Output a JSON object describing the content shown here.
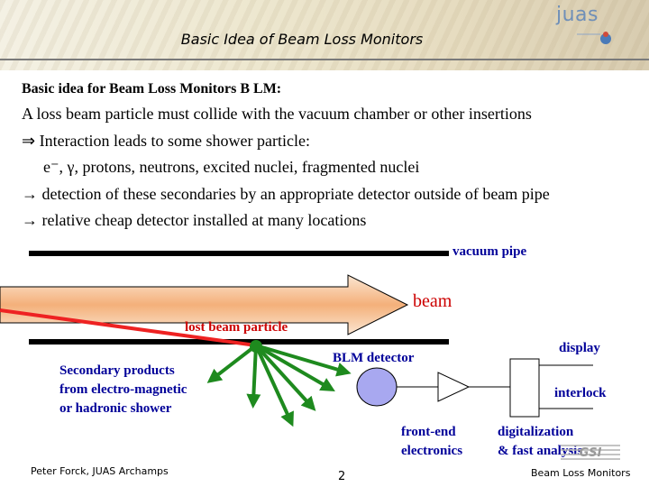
{
  "header": {
    "title": "Basic Idea of Beam Loss Monitors",
    "logo_text": "juas",
    "logo_icon": "juas-figure-icon"
  },
  "content": {
    "subtitle": "Basic idea for Beam Loss Monitors B LM:",
    "line1": "A loss beam particle must collide with the vacuum chamber or other insertions",
    "line2": "⇒  Interaction leads to some shower particle:",
    "line3": "e⁻, γ, protons, neutrons, excited nuclei, fragmented nuclei",
    "line4": "→  detection of these secondaries by an appropriate detector outside of beam pipe",
    "line5": "→  relative cheap detector installed at many locations"
  },
  "diagram": {
    "vacuum_pipe": "vacuum pipe",
    "beam": "beam",
    "lost_particle": "lost beam particle",
    "secondary_line1": "Secondary products",
    "secondary_line2": "from electro-magnetic",
    "secondary_line3": "or hadronic shower",
    "blm_detector": "BLM detector",
    "display": "display",
    "interlock": "interlock",
    "frontend_line1": "front-end",
    "frontend_line2": "electronics",
    "digital_line1": "digitalization",
    "digital_line2": "& fast analysis",
    "colors": {
      "beam_fill": "#f7c9a0",
      "beam_label": "#cc0000",
      "lost_particle": "#ee2222",
      "shower": "#1e8a1e",
      "detector": "#a8a8f0",
      "label_blue": "#000099"
    }
  },
  "footer": {
    "author": "Peter Forck, JUAS Archamps",
    "page": "2",
    "topic": "Beam Loss Monitors"
  }
}
